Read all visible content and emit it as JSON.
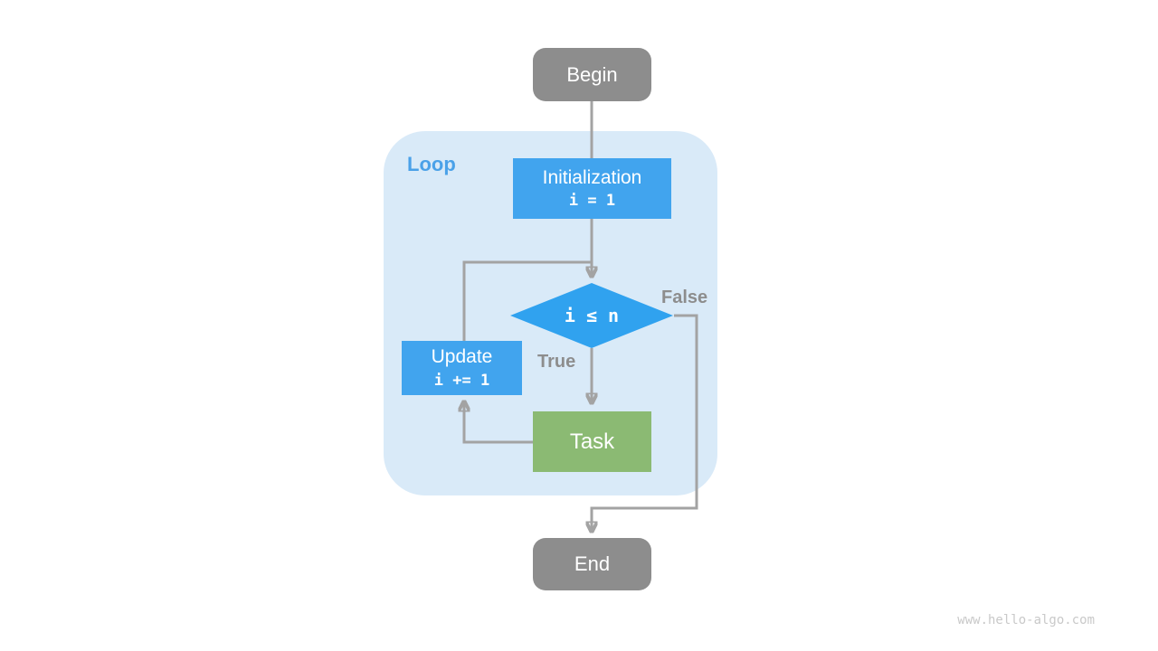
{
  "diagram": {
    "loop_label": "Loop",
    "nodes": {
      "begin": {
        "label": "Begin"
      },
      "initialization": {
        "title": "Initialization",
        "code": "i = 1"
      },
      "condition": {
        "code": "i ≤ n"
      },
      "update": {
        "title": "Update",
        "code": "i += 1"
      },
      "task": {
        "label": "Task"
      },
      "end": {
        "label": "End"
      }
    },
    "edge_labels": {
      "true_branch": "True",
      "false_branch": "False"
    },
    "colors": {
      "terminal_gray": "#8d8d8d",
      "process_blue": "#41a4ee",
      "condition_blue": "#30a2ef",
      "task_green": "#8bba73",
      "loop_background": "#d9eaf8",
      "loop_label_blue": "#4aa1e8",
      "arrow_gray": "#a3a3a3",
      "edge_label_gray": "#8d8d8d",
      "watermark_gray": "#c9c9c9"
    },
    "watermark": "www.hello-algo.com"
  }
}
